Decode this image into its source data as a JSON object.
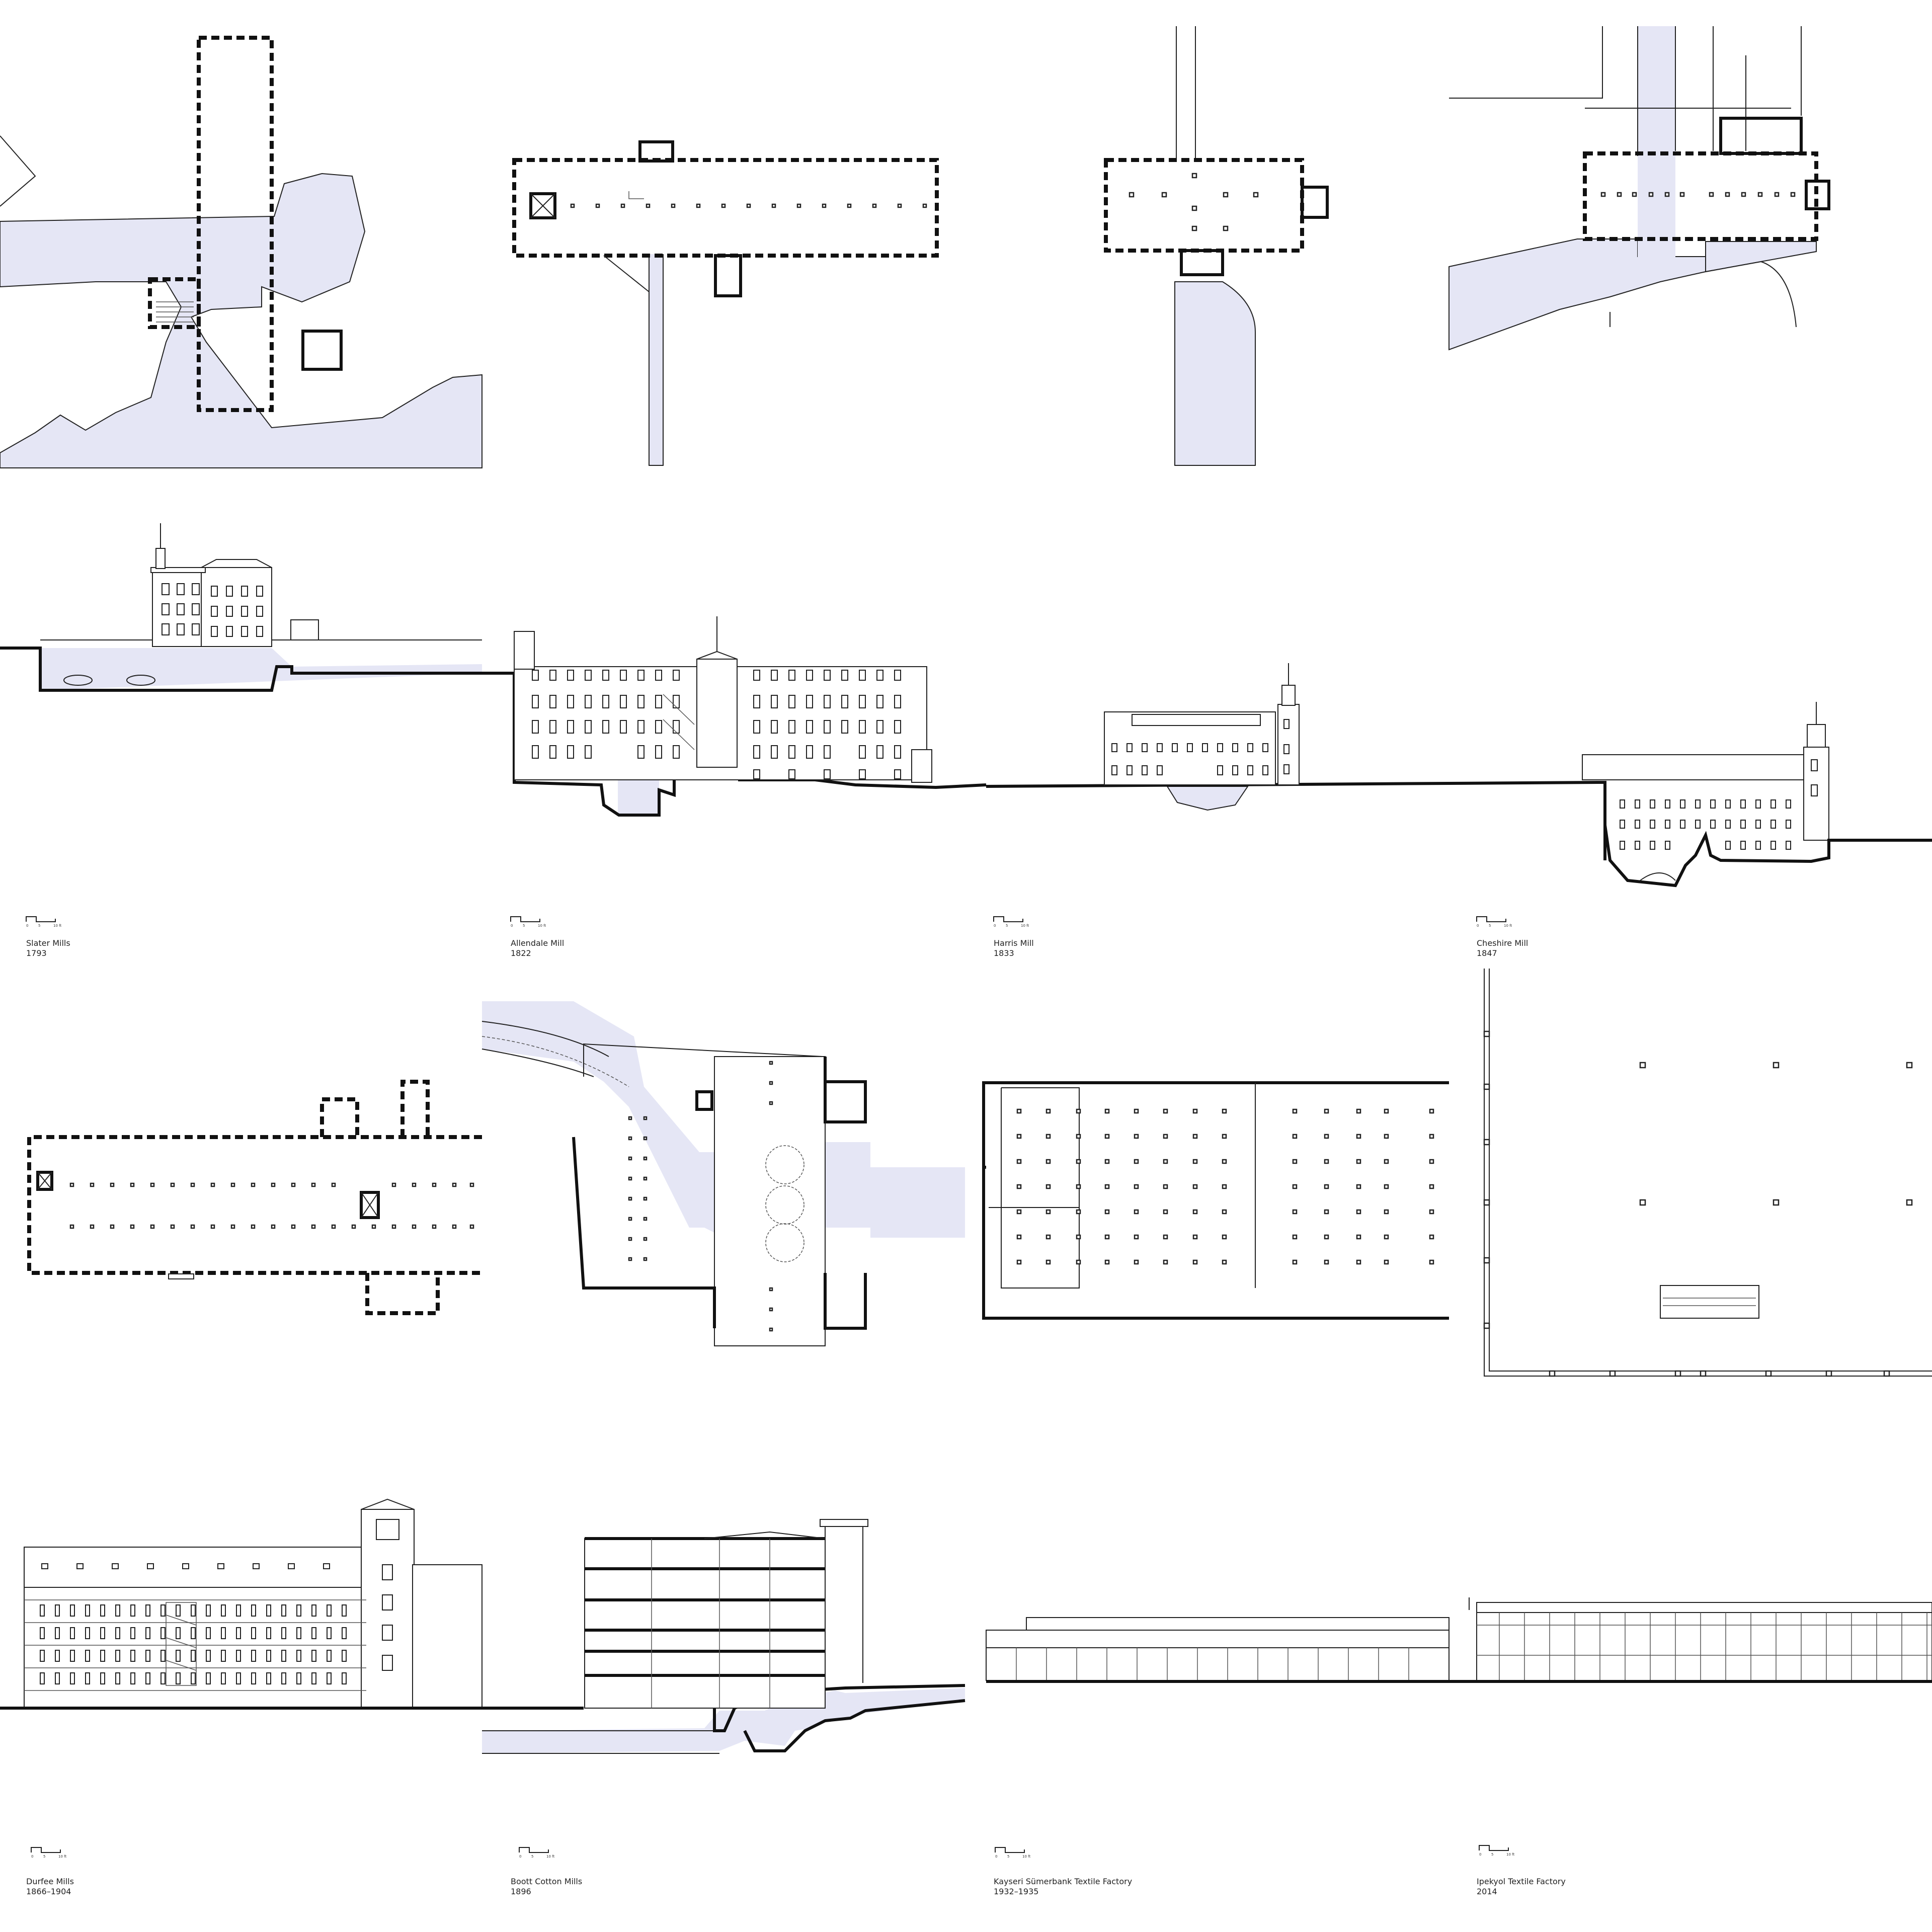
{
  "mills": [
    {
      "name": "Slater Mills",
      "year": "1793"
    },
    {
      "name": "Allendale Mill",
      "year": "1822"
    },
    {
      "name": "Harris Mill",
      "year": "1833"
    },
    {
      "name": "Cheshire Mill",
      "year": "1847"
    },
    {
      "name": "Durfee Mills",
      "year": "1866–1904"
    },
    {
      "name": "Boott Cotton Mills",
      "year": "1896"
    },
    {
      "name": "Kayseri Sümerbank Textile Factory",
      "year": "1932–1935"
    },
    {
      "name": "Ipekyol Textile Factory",
      "year": "2014"
    }
  ],
  "scalebar": {
    "t0": "0",
    "t1": "5",
    "t2": "10 ft"
  },
  "colors": {
    "water": "#e5e6f5",
    "line": "#111111",
    "background": "#ffffff"
  }
}
